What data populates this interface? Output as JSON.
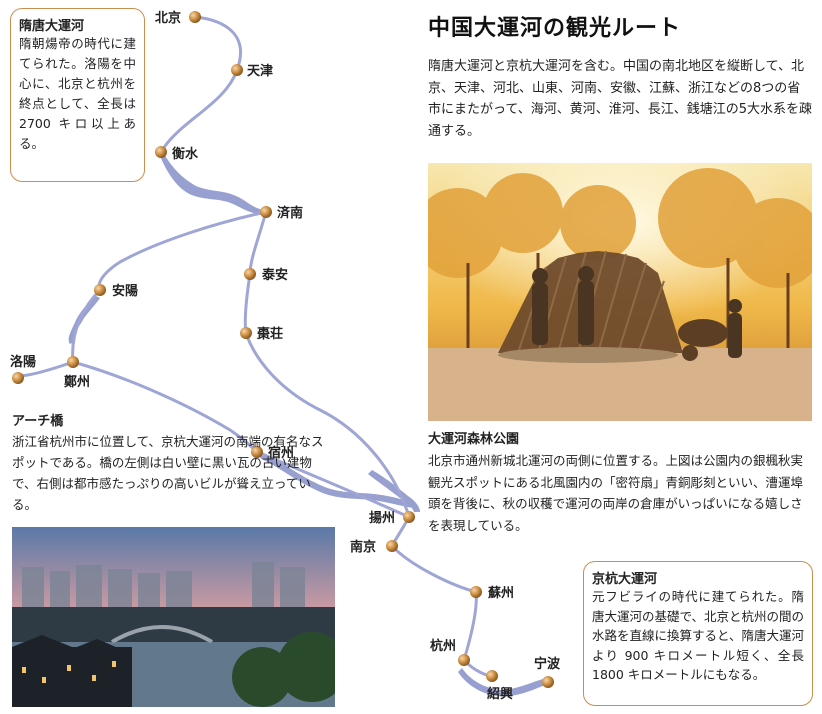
{
  "title": "中国大運河の観光ルート",
  "intro": "隋唐大運河と京杭大運河を含む。中国の南北地区を縦断して、北京、天津、河北、山東、河南、安徽、江蘇、浙江などの8つの省市にまたがって、海河、黄河、淮河、長江、銭塘江の5大水系を疎通する。",
  "boxes": {
    "suitang": {
      "title": "隋唐大運河",
      "body": "隋朝煬帝の時代に建てられた。洛陽を中心に、北京と杭州を終点として、全長は 2700 キロ以上ある。"
    },
    "jinghang": {
      "title": "京杭大運河",
      "body": "元フビライの時代に建てられた。隋唐大運河の基礎で、北京と杭州の間の水路を直線に換算すると、隋唐大運河より 900 キロメートル短く、全長 1800 キロメートルにもなる。"
    }
  },
  "park": {
    "title": "大運河森林公園",
    "body": "北京市通州新城北運河の両側に位置する。上図は公園内の銀楓秋実観光スポットにある北風園内の「密符扇」青銅彫刻といい、漕運埠頭を背後に、秋の収穫で運河の両岸の倉庫がいっぱいになる嬉しさを表現している。"
  },
  "bridge": {
    "title": "アーチ橋",
    "body": "浙江省杭州市に位置して、京杭大運河の南端の有名なスポットである。橋の左側は白い壁に黒い瓦の古い建物で、右側は都市感たっぷりの高いビルが聳え立っている。"
  },
  "cities": {
    "beijing": "北京",
    "tianjin": "天津",
    "hengshui": "衡水",
    "jinan": "済南",
    "taian": "泰安",
    "zaozhuang": "棗荘",
    "anyang": "安陽",
    "luoyang": "洛陽",
    "zhengzhou": "鄭州",
    "suzhou_anhui": "宿州",
    "yangzhou": "揚州",
    "nanjing": "南京",
    "suzhou": "蘇州",
    "hangzhou": "杭州",
    "shaoxing": "紹興",
    "ningbo": "宁波"
  },
  "colors": {
    "route": "#9fa6d6",
    "water": "#8d96cc",
    "marker": "#c98a3d",
    "box_border": "#c98f4f"
  }
}
